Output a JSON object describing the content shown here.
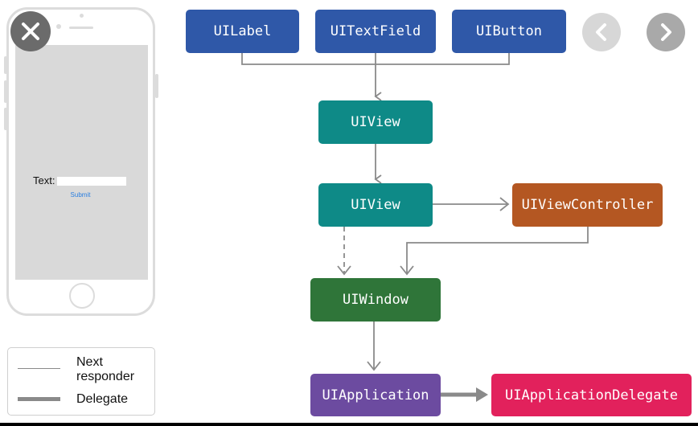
{
  "colors": {
    "blue": "#2f58a8",
    "teal": "#0e8a87",
    "orange": "#b45722",
    "green": "#2f7539",
    "purple": "#6c4ba0",
    "pink": "#e2215c",
    "arrow_gray": "#8a8a8a"
  },
  "icons": {
    "close": "close-icon",
    "prev": "chevron-left-icon",
    "next": "chevron-right-icon"
  },
  "phone": {
    "text_label": "Text:",
    "text_field_value": "",
    "submit_label": "Submit"
  },
  "diagram": {
    "nodes": {
      "uilabel": "UILabel",
      "uitextfield": "UITextField",
      "uibutton": "UIButton",
      "uiview_top": "UIView",
      "uiview_bottom": "UIView",
      "uiviewcontroller": "UIViewController",
      "uiwindow": "UIWindow",
      "uiapplication": "UIApplication",
      "uiapplicationdelegate": "UIApplicationDelegate"
    }
  },
  "legend": {
    "next_responder": "Next\nresponder",
    "delegate": "Delegate"
  }
}
